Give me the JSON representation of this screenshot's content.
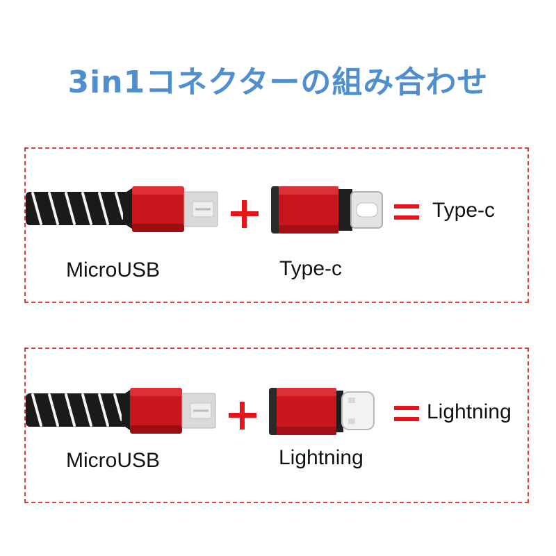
{
  "title": "3in1コネクターの組み合わせ",
  "colors": {
    "title": "#4f8fcf",
    "accent_red": "#e8141b",
    "border": "#e23c3c",
    "connector_red": "#c9161d",
    "cable_black": "#1a1a1a"
  },
  "rows": [
    {
      "base_label": "MicroUSB",
      "adapter_label": "Type-c",
      "result_label": "Type-c",
      "base_icon": "micro-usb-cable-icon",
      "adapter_icon": "type-c-adapter-icon"
    },
    {
      "base_label": "MicroUSB",
      "adapter_label": "Lightning",
      "result_label": "Lightning",
      "base_icon": "micro-usb-cable-icon",
      "adapter_icon": "lightning-adapter-icon"
    }
  ]
}
